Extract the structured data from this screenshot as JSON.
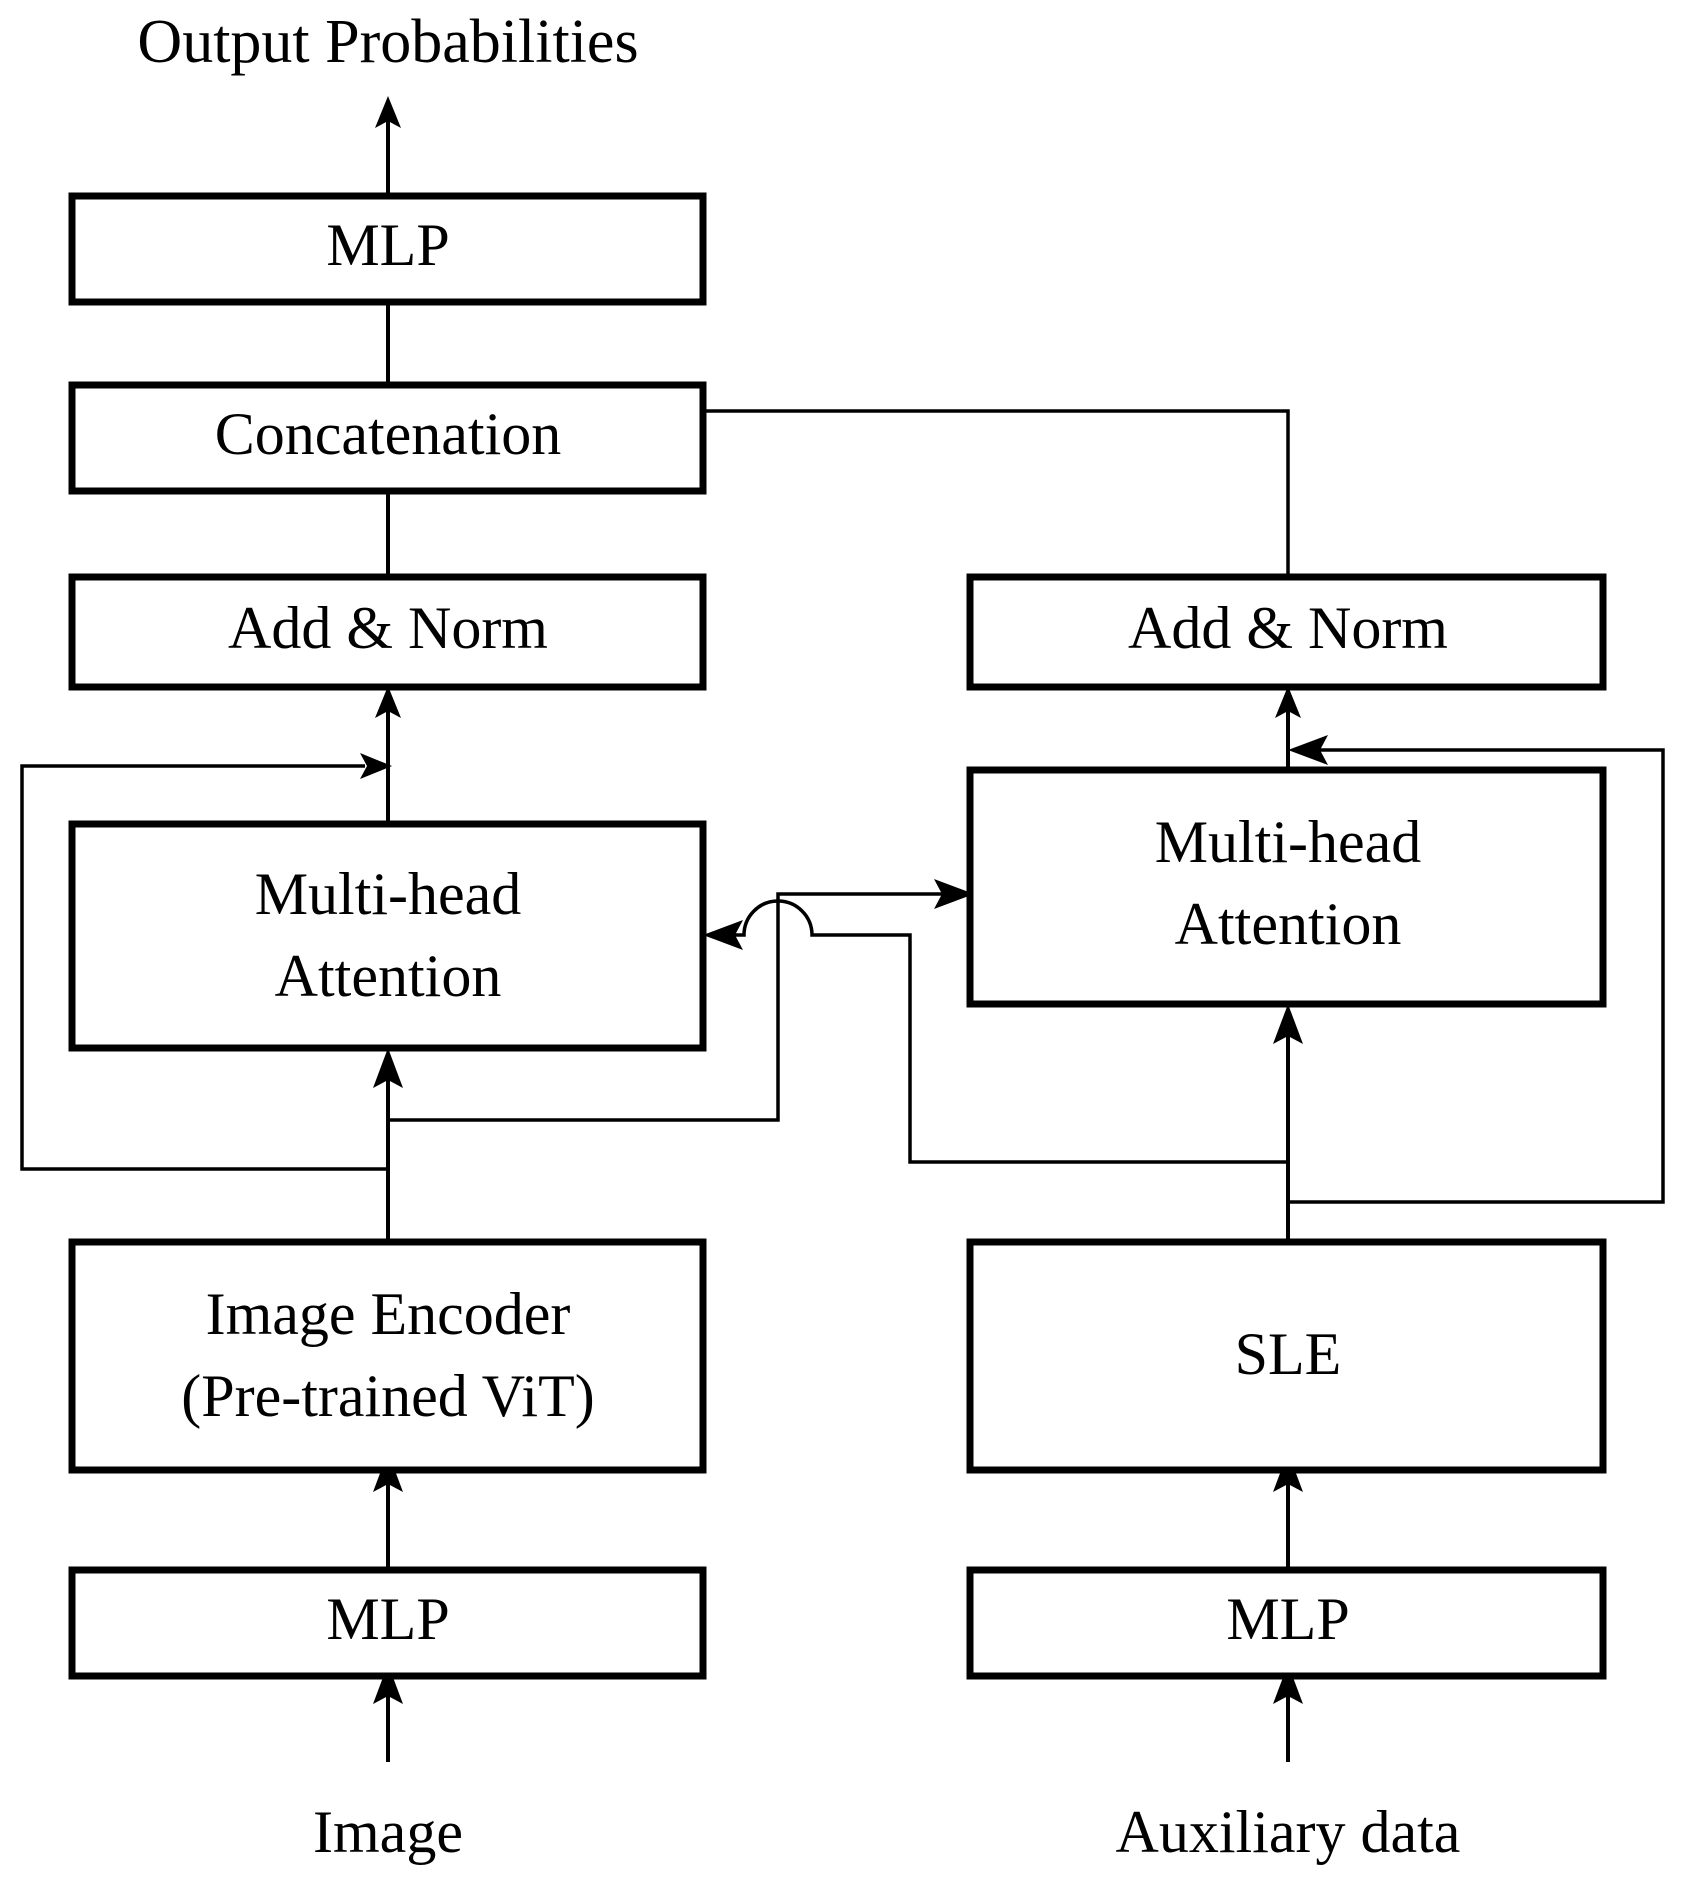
{
  "diagram": {
    "title": "Output Probabilities",
    "type": "neural-network-architecture",
    "background_color": "#ffffff",
    "line_color": "#000000",
    "text_color": "#000000",
    "labels": {
      "output_probabilities": "Output Probabilities",
      "image": "Image",
      "auxiliary_data": "Auxiliary data"
    },
    "left_branch": {
      "name": "image-branch",
      "blocks": [
        {
          "id": "mlp-top",
          "label": "MLP"
        },
        {
          "id": "concatenation",
          "label": "Concatenation"
        },
        {
          "id": "add-norm-left",
          "label": "Add & Norm"
        },
        {
          "id": "mha-left",
          "label_line1": "Multi-head",
          "label_line2": "Attention"
        },
        {
          "id": "image-encoder",
          "label_line1": "Image Encoder",
          "label_line2": "(Pre-trained ViT)"
        },
        {
          "id": "mlp-left-bottom",
          "label": "MLP"
        }
      ],
      "input_label": "Image"
    },
    "right_branch": {
      "name": "auxiliary-branch",
      "blocks": [
        {
          "id": "add-norm-right",
          "label": "Add & Norm"
        },
        {
          "id": "mha-right",
          "label_line1": "Multi-head",
          "label_line2": "Attention"
        },
        {
          "id": "sle",
          "label": "SLE"
        },
        {
          "id": "mlp-right-bottom",
          "label": "MLP"
        }
      ],
      "input_label": "Auxiliary data"
    },
    "connections": [
      {
        "from": "mlp-top",
        "to": "output-probabilities",
        "kind": "arrow-up"
      },
      {
        "from": "concatenation",
        "to": "mlp-top",
        "kind": "arrow-up"
      },
      {
        "from": "add-norm-left",
        "to": "concatenation",
        "kind": "arrow-up"
      },
      {
        "from": "mha-left",
        "to": "add-norm-left",
        "kind": "arrow-up"
      },
      {
        "from": "image-encoder",
        "to": "mha-left",
        "kind": "arrow-up"
      },
      {
        "from": "mlp-left-bottom",
        "to": "image-encoder",
        "kind": "arrow-up"
      },
      {
        "from": "image",
        "to": "mlp-left-bottom",
        "kind": "arrow-up"
      },
      {
        "from": "add-norm-right",
        "to": "concatenation",
        "kind": "arrow-left"
      },
      {
        "from": "mha-right",
        "to": "add-norm-right",
        "kind": "arrow-up"
      },
      {
        "from": "sle",
        "to": "mha-right",
        "kind": "arrow-up"
      },
      {
        "from": "mlp-right-bottom",
        "to": "sle",
        "kind": "arrow-up"
      },
      {
        "from": "auxiliary-data",
        "to": "mlp-right-bottom",
        "kind": "arrow-up"
      },
      {
        "from": "image-encoder",
        "to": "mha-right",
        "kind": "cross-attention-right"
      },
      {
        "from": "sle",
        "to": "mha-left",
        "kind": "cross-attention-left-with-hop"
      },
      {
        "from": "image-encoder",
        "to": "add-norm-left",
        "kind": "residual-left"
      },
      {
        "from": "sle",
        "to": "add-norm-right",
        "kind": "residual-right"
      }
    ]
  }
}
